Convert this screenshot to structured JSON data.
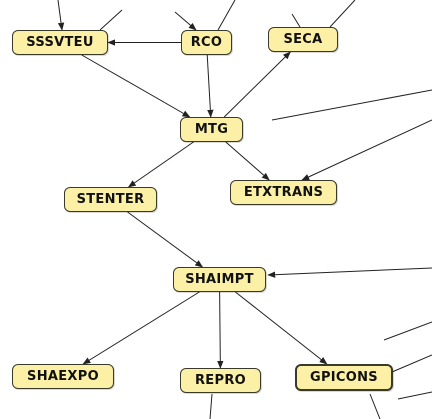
{
  "nodes": {
    "sssvteu": "SSSVTEU",
    "rco": "RCO",
    "seca": "SECA",
    "mtg": "MTG",
    "stenter": "STENTER",
    "etxtrans": "ETXTRANS",
    "shaimpt": "SHAIMPT",
    "shaexpo": "SHAEXPO",
    "repro": "REPRO",
    "gpicons": "GPICONS"
  },
  "edges": [
    {
      "from": "rco",
      "to": "sssvteu"
    },
    {
      "from": "sssvteu",
      "to": "mtg"
    },
    {
      "from": "rco",
      "to": "mtg"
    },
    {
      "from": "mtg",
      "to": "seca"
    },
    {
      "from": "mtg",
      "to": "stenter"
    },
    {
      "from": "mtg",
      "to": "etxtrans"
    },
    {
      "from": "stenter",
      "to": "shaimpt"
    },
    {
      "from": "shaimpt",
      "to": "shaexpo"
    },
    {
      "from": "shaimpt",
      "to": "repro"
    },
    {
      "from": "shaimpt",
      "to": "gpicons"
    }
  ],
  "colors": {
    "node_fill": "#fbf0a6",
    "node_border": "#3a3a2a",
    "edge": "#222222"
  }
}
